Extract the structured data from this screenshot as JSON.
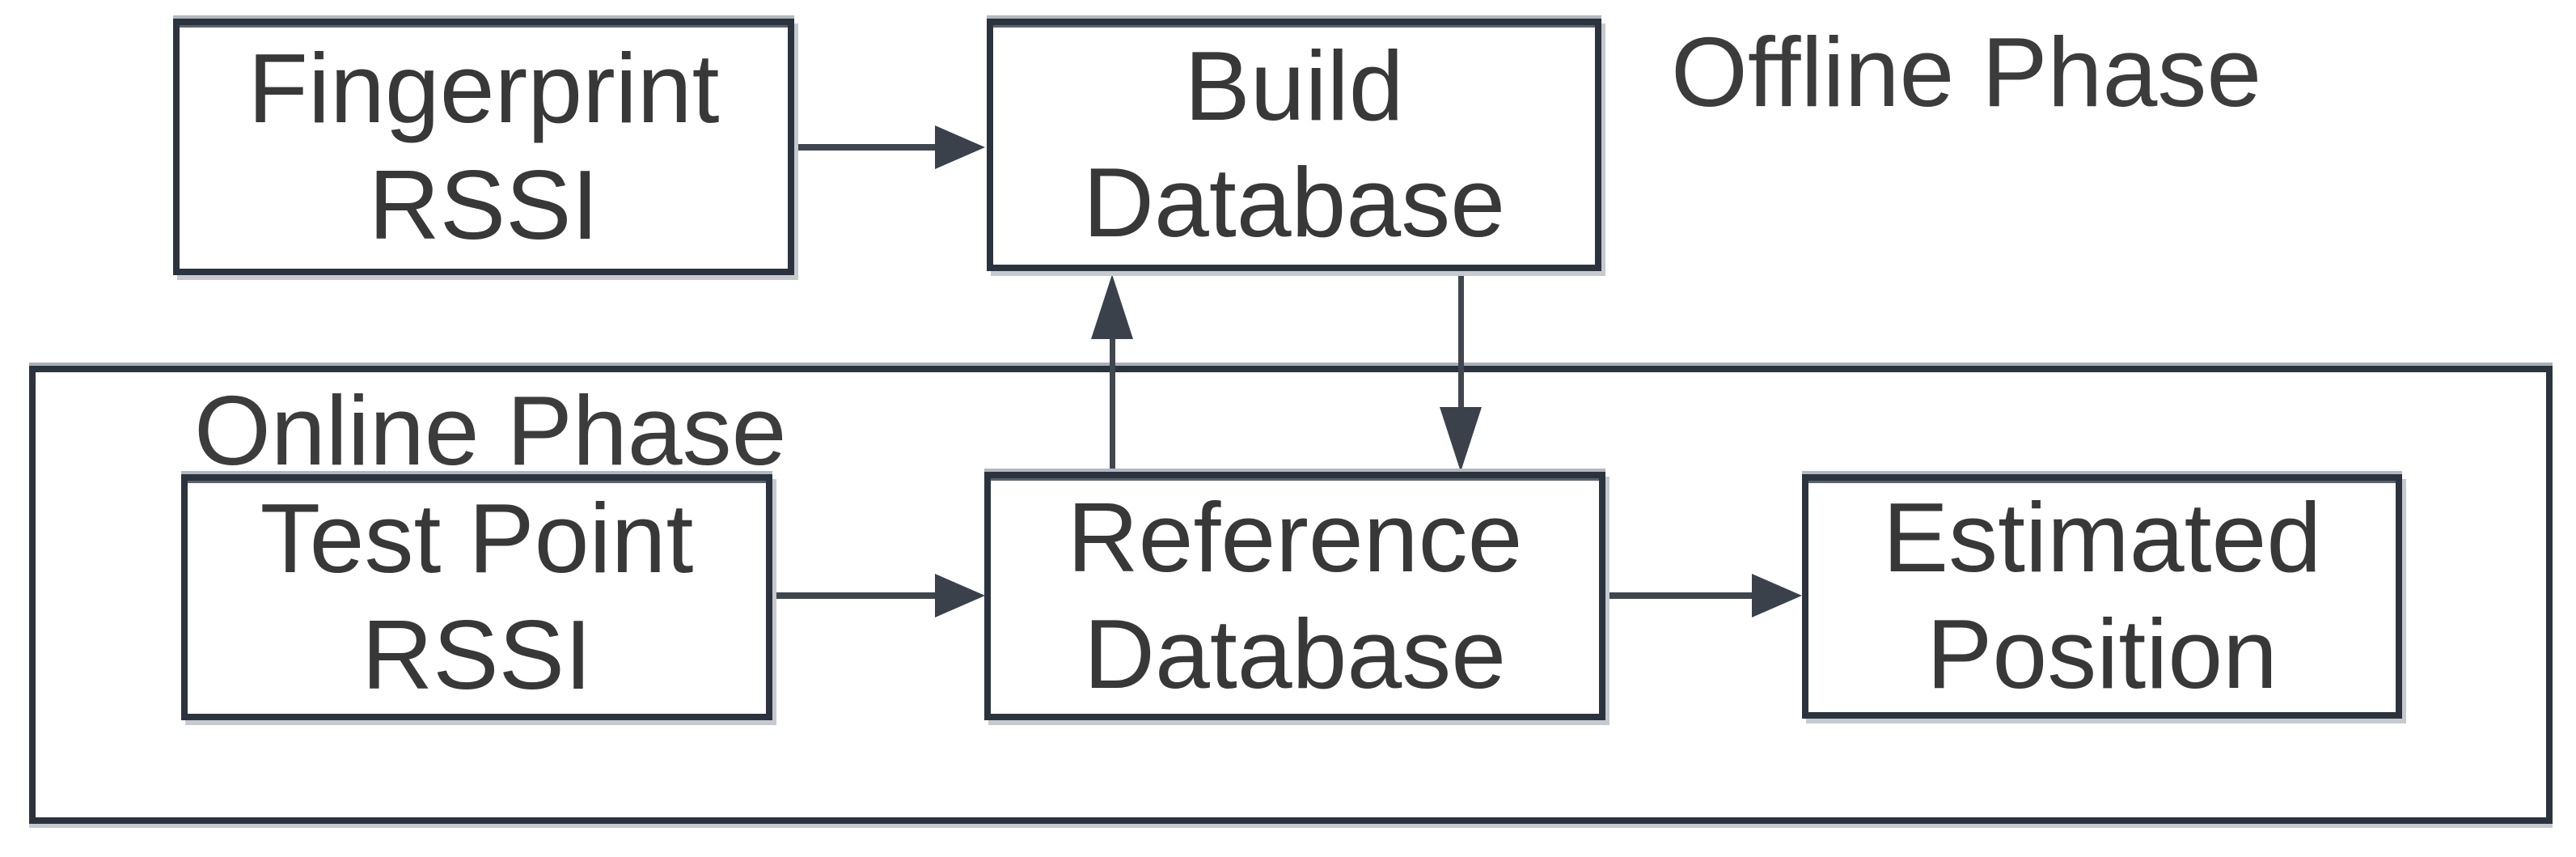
{
  "labels": {
    "offline": "Offline Phase",
    "online": "Online Phase"
  },
  "boxes": {
    "fingerprint": {
      "line1": "Fingerprint",
      "line2": "RSSI"
    },
    "build": {
      "line1": "Build",
      "line2": "Database"
    },
    "test_point": {
      "line1": "Test Point",
      "line2": "RSSI"
    },
    "reference": {
      "line1": "Reference",
      "line2": "Database"
    },
    "estimated": {
      "line1": "Estimated",
      "line2": "Position"
    }
  },
  "arrows": [
    {
      "from": "Fingerprint RSSI",
      "to": "Build Database",
      "direction": "right"
    },
    {
      "from": "Test Point RSSI",
      "to": "Reference Database",
      "direction": "right"
    },
    {
      "from": "Reference Database",
      "to": "Estimated Position",
      "direction": "right"
    },
    {
      "from": "Reference Database",
      "to": "Build Database",
      "direction": "up"
    },
    {
      "from": "Build Database",
      "to": "Reference Database",
      "direction": "down"
    }
  ],
  "colors": {
    "background": "#ffffff",
    "box_border": "#2b333e",
    "box_shadow": "#c6cacf",
    "text": "#383838",
    "arrow": "#3a414b"
  }
}
